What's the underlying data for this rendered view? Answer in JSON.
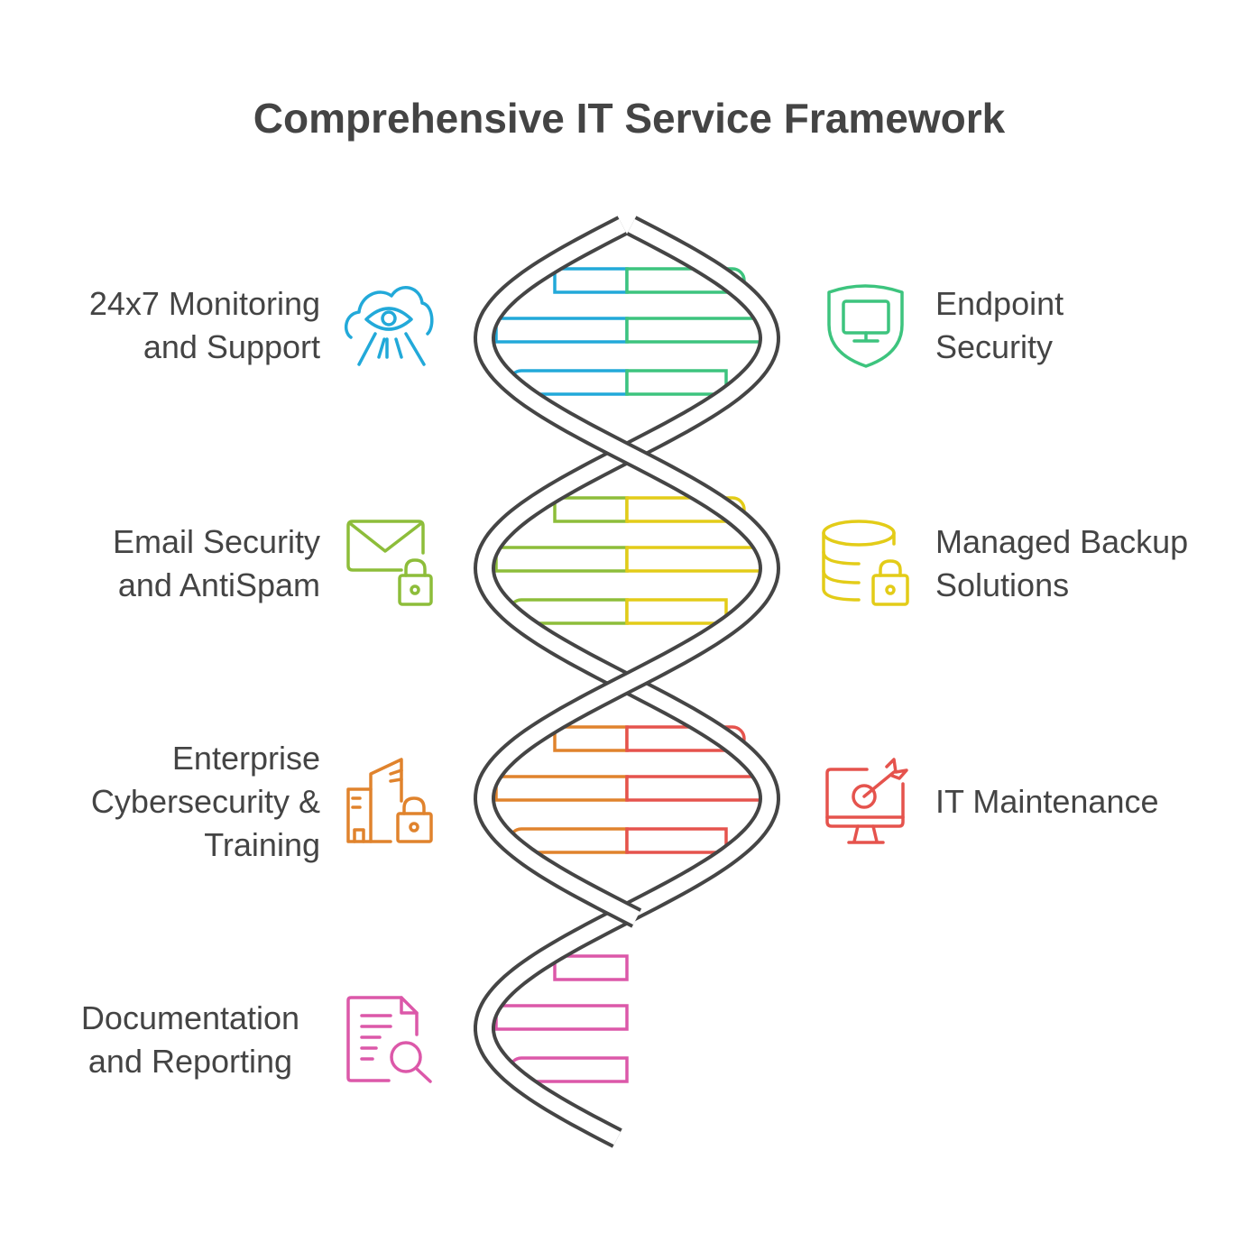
{
  "title": "Comprehensive IT Service Framework",
  "items": [
    {
      "lines": [
        "24x7 Monitoring",
        "and Support"
      ],
      "icon": "cloud-eye-icon",
      "color": "#22a9d9",
      "pair_color": "#3dc47e"
    },
    {
      "lines": [
        "Endpoint",
        "Security"
      ],
      "icon": "shield-monitor-icon",
      "color": "#3dc47e"
    },
    {
      "lines": [
        "Email Security",
        "and AntiSpam"
      ],
      "icon": "mail-lock-icon",
      "color": "#8dbd3a",
      "pair_color": "#e3cc18"
    },
    {
      "lines": [
        "Managed Backup",
        "Solutions"
      ],
      "icon": "database-lock-icon",
      "color": "#e3cc18"
    },
    {
      "lines": [
        "Enterprise",
        "Cybersecurity &",
        "Training"
      ],
      "icon": "buildings-lock-icon",
      "color": "#e0832d",
      "pair_color": "#e5534d"
    },
    {
      "lines": [
        "IT Maintenance"
      ],
      "icon": "monitor-target-icon",
      "color": "#e5534d"
    },
    {
      "lines": [
        "Documentation",
        "and Reporting"
      ],
      "icon": "document-search-icon",
      "color": "#dc58a9"
    }
  ],
  "strand_color": "#454545"
}
